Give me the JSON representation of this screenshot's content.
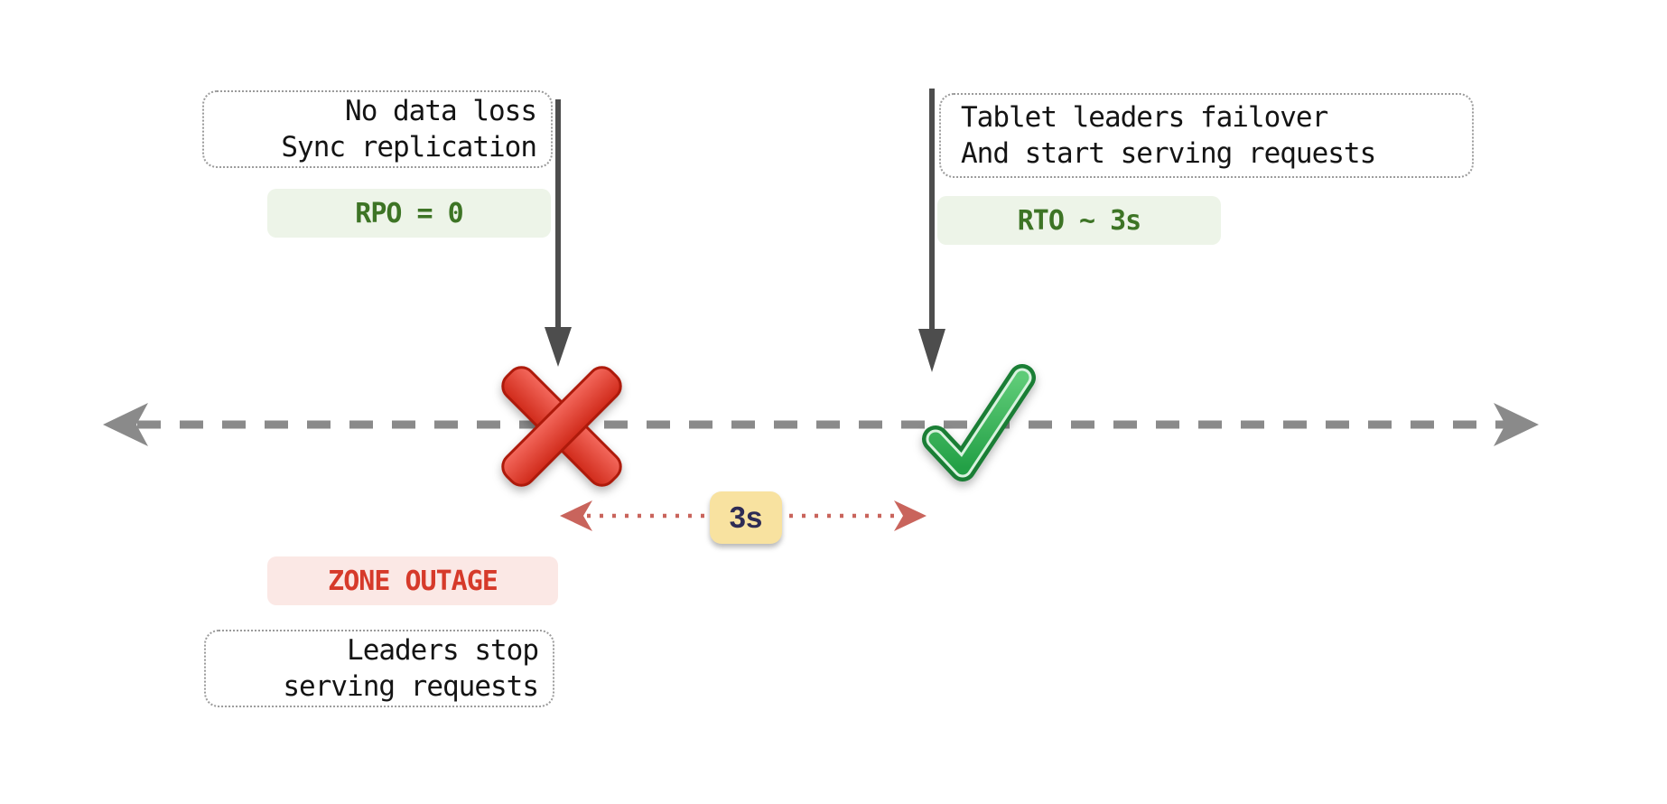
{
  "labels": {
    "sync_note": {
      "line1": "No data loss",
      "line2": "Sync replication"
    },
    "rpo_badge": "RPO = 0",
    "failover_note": {
      "line1": "Tablet leaders failover",
      "line2": "And start serving requests"
    },
    "rto_badge": "RTO ~ 3s",
    "duration_badge": "3s",
    "outage_badge": "ZONE OUTAGE",
    "leaders_note": {
      "line1": "Leaders stop",
      "line2": "serving requests"
    }
  },
  "icons": {
    "outage_marker": "red-cross-mark",
    "recovery_marker": "green-check-mark",
    "event_pointers": "down-arrow",
    "timeline": "horizontal-dashed-double-arrow",
    "duration_span": "dotted-double-arrow"
  },
  "colors": {
    "green_text": "#3d7425",
    "green_bg": "#edf4e8",
    "red_text": "#d63a2a",
    "red_bg": "#fbe8e5",
    "yellow_bg": "#f8e2a0",
    "navy_text": "#2e2c55",
    "arrow_dark": "#4d4d4d",
    "timeline_gray": "#8a8a8a",
    "dotted_arrow_red": "#c9645c"
  }
}
